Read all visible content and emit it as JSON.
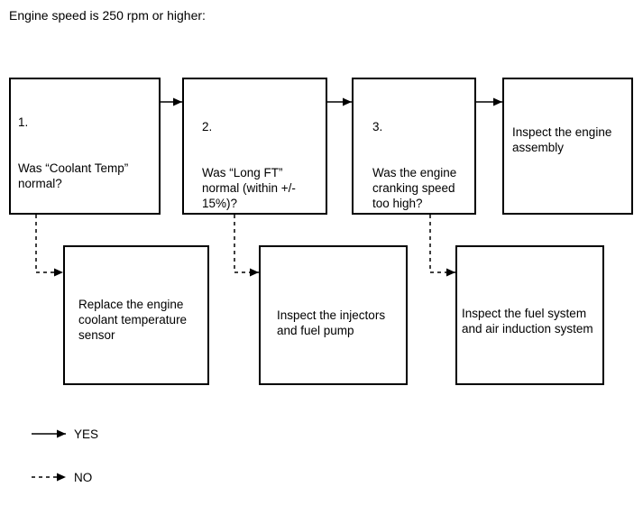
{
  "title": "Engine speed is 250 rpm or higher:",
  "flowchart": {
    "decision_boxes": [
      {
        "number": "1.",
        "question": "Was “Coolant Temp”\nnormal?"
      },
      {
        "number": "2.",
        "question": "Was “Long FT”\nnormal (within +/-\n15%)?"
      },
      {
        "number": "3.",
        "question": "Was the engine\ncranking speed\ntoo high?"
      }
    ],
    "yes_result_box": {
      "text": "Inspect the engine\nassembly"
    },
    "no_result_boxes": [
      {
        "text": "Replace the engine\ncoolant temperature\nsensor"
      },
      {
        "text": "Inspect the injectors\nand fuel pump"
      },
      {
        "text": "Inspect the fuel system\nand air induction system"
      }
    ],
    "legend": [
      {
        "style": "solid",
        "label": "YES"
      },
      {
        "style": "dashed",
        "label": "NO"
      }
    ]
  },
  "colors": {
    "line": "#000000",
    "text": "#000000",
    "background": "#ffffff"
  }
}
